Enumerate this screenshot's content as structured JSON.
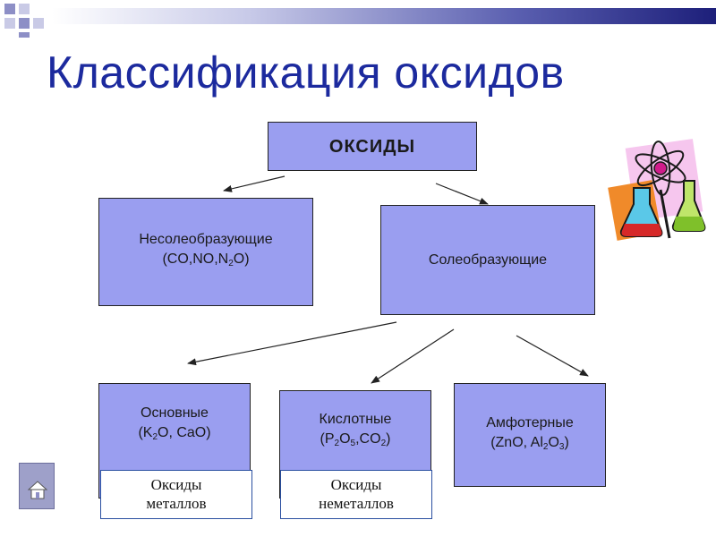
{
  "title": "Классификация оксидов",
  "nodes": {
    "root": "ОКСИДЫ",
    "non_salt": {
      "line1": "Несолеобразующие",
      "line2_prefix": "(CO,NO,N",
      "line2_sub": "2",
      "line2_suffix": "O)"
    },
    "salt": "Солеобразующие",
    "basic": {
      "line1": "Основные",
      "line2_prefix": "(K",
      "line2_sub": "2",
      "line2_suffix": "O, CaO)"
    },
    "acidic": {
      "line1": "Кислотные",
      "l2_a": "(P",
      "l2_s1": "2",
      "l2_b": "O",
      "l2_s2": "5",
      "l2_c": ",CO",
      "l2_s3": "2",
      "l2_d": ")"
    },
    "amphoteric": {
      "line1": "Амфотерные",
      "l2_a": "(ZnO, Al",
      "l2_s1": "2",
      "l2_b": "O",
      "l2_s2": "3",
      "l2_c": ")"
    }
  },
  "labels": {
    "metal": {
      "line1": "Оксиды",
      "line2": "металлов"
    },
    "nonmetal": {
      "line1": "Оксиды",
      "line2": "неметаллов"
    }
  },
  "icons": {
    "home": "home-icon",
    "clipart": "chemistry-clipart-icon"
  },
  "colors": {
    "box_fill": "#9a9ef0",
    "title": "#1c2a9e",
    "label_border": "#2a4fa0"
  }
}
